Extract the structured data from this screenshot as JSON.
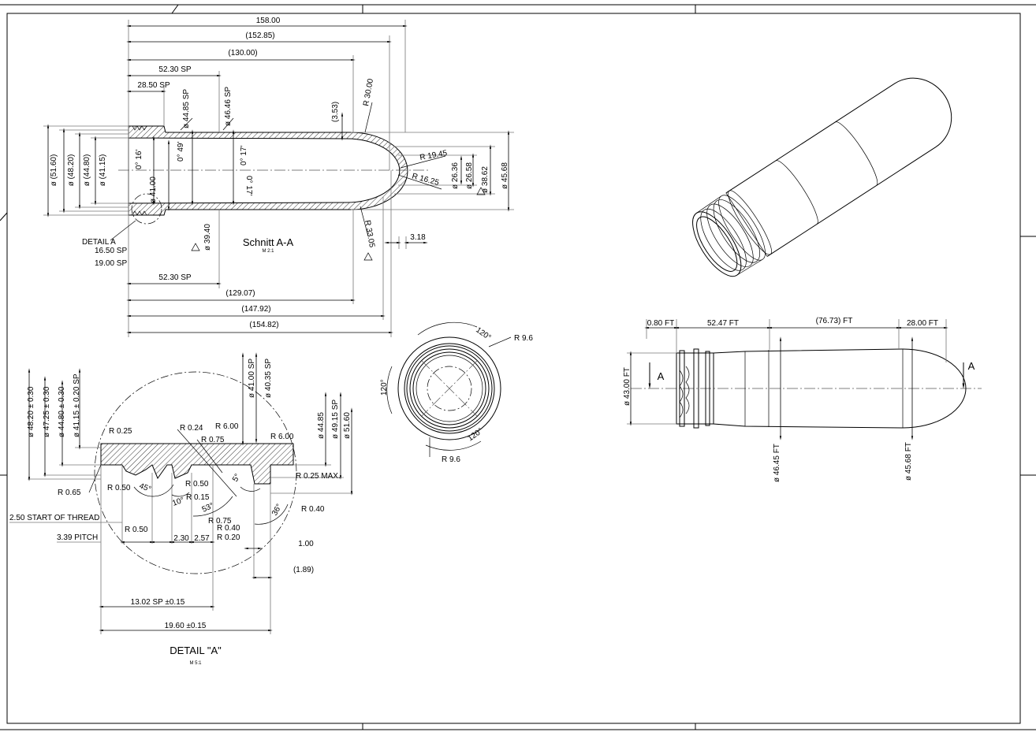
{
  "section": {
    "labels": [
      "158.00",
      "(152.85)",
      "(130.00)",
      "52.30 SP",
      "28.50 SP",
      "ø 44.85 SP",
      "ø 46.46 SP",
      "(3.53)",
      "R 30.00",
      "ø (51.60)",
      "ø (48.20)",
      "ø (44.80)",
      "ø (41.15)",
      "0° 16'",
      "0° 49'",
      "0° 17'",
      "0° 17'",
      "ø 41.00",
      "R 19.45",
      "R 16.25",
      "ø 26.36",
      "ø 26.58",
      "ø 38.62",
      "ø 45.68",
      "ø 39.40",
      "R 33.05",
      "3.18",
      "Schnitt A-A",
      "M 2:1",
      "DETAIL A",
      "16.50 SP",
      "19.00 SP",
      "52.30 SP",
      "(129.07)",
      "(147.92)",
      "(154.82)"
    ]
  },
  "detail": {
    "labels": [
      "ø 48.20 ± 0.30",
      "ø 47.25 ± 0.30",
      "ø 44.80 ± 0.30",
      "ø 41.15 ± 0.20 SP",
      "R 0.25",
      "R 0.24",
      "R 0.75",
      "R 6.00",
      "ø 41.00 SP",
      "ø 40.35 SP",
      "R 6.00",
      "ø 44.85",
      "ø 49.15 SP",
      "ø 51.60",
      "R 0.25 MAX.",
      "R 0.65",
      "R 0.50",
      "45°",
      "R 0.50",
      "R 0.15",
      "10°",
      "53°",
      "5°",
      "R 0.75",
      "R 0.40",
      "R 0.20",
      "36°",
      "R 0.40",
      "2.50 START OF THREAD",
      "R 0.50",
      "3.39 PITCH",
      "2.30",
      "2.57",
      "1.00",
      "(1.89)",
      "13.02 SP ±0.15",
      "19.60 ±0.15",
      "DETAIL \"A\"",
      "M 5:1"
    ]
  },
  "end_view": {
    "labels": [
      "120°",
      "R 9.6",
      "120°",
      "120°",
      "R 9.6"
    ]
  },
  "side_view": {
    "labels": [
      "0.80 FT",
      "52.47 FT",
      "(76.73) FT",
      "28.00 FT",
      "A",
      "A",
      "ø 43.00 FT",
      "ø 46.45 FT",
      "ø 45.68 FT"
    ]
  }
}
